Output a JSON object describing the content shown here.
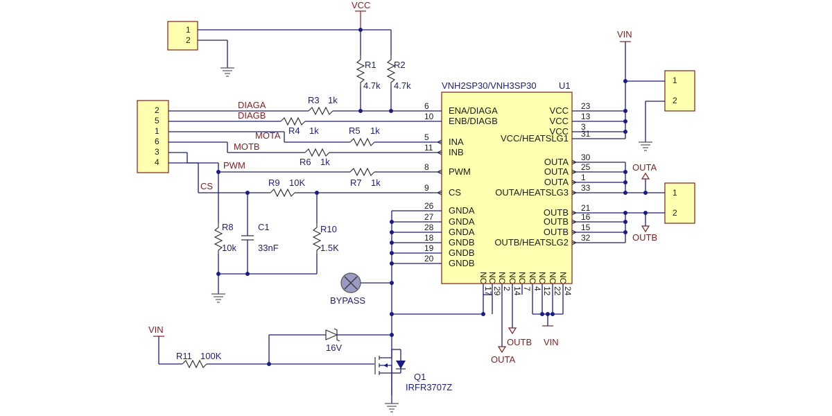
{
  "ic": {
    "part": "VNH2SP30/VNH3SP30",
    "ref": "U1",
    "left_pins": [
      {
        "num": "6",
        "name": "ENA/DIAGA"
      },
      {
        "num": "10",
        "name": "ENB/DIAGB"
      },
      {
        "num": "5",
        "name": "INA"
      },
      {
        "num": "11",
        "name": "INB"
      },
      {
        "num": "8",
        "name": "PWM"
      },
      {
        "num": "9",
        "name": "CS"
      },
      {
        "num": "26",
        "name": "GNDA"
      },
      {
        "num": "27",
        "name": "GNDA"
      },
      {
        "num": "28",
        "name": "GNDA"
      },
      {
        "num": "18",
        "name": "GNDB"
      },
      {
        "num": "19",
        "name": "GNDB"
      },
      {
        "num": "20",
        "name": "GNDB"
      }
    ],
    "right_pins": [
      {
        "num": "23",
        "name": "VCC"
      },
      {
        "num": "13",
        "name": "VCC"
      },
      {
        "num": "3",
        "name": "VCC"
      },
      {
        "num": "31",
        "name": "VCC/HEATSLG1"
      },
      {
        "num": "30",
        "name": "OUTA"
      },
      {
        "num": "25",
        "name": "OUTA"
      },
      {
        "num": "1",
        "name": "OUTA"
      },
      {
        "num": "33",
        "name": "OUTA/HEATSLG3"
      },
      {
        "num": "21",
        "name": "OUTB"
      },
      {
        "num": "16",
        "name": "OUTB"
      },
      {
        "num": "15",
        "name": "OUTB"
      },
      {
        "num": "32",
        "name": "OUTB/HEATSLG2"
      }
    ],
    "bottom_pins": [
      "17",
      "29",
      "2",
      "14",
      "7",
      "4",
      "12",
      "22",
      "24"
    ]
  },
  "connectors": {
    "j_top": [
      "1",
      "2"
    ],
    "j_left": [
      "2",
      "5",
      "1",
      "6",
      "3",
      "4"
    ],
    "j_vin": [
      "1",
      "2"
    ],
    "j_out": [
      "1",
      "2"
    ]
  },
  "nets": {
    "vcc": "VCC",
    "vin_top": "VIN",
    "vin_left": "VIN",
    "vin_bottom": "VIN",
    "diaga": "DIAGA",
    "diagb": "DIAGB",
    "mota": "MOTA",
    "motb": "MOTB",
    "pwm": "PWM",
    "cs": "CS",
    "outa_right": "OUTA",
    "outb_right": "OUTB",
    "outb_bottom": "OUTB",
    "outa_bottom": "OUTA"
  },
  "components": {
    "r1": {
      "ref": "R1",
      "value": "4.7k"
    },
    "r2": {
      "ref": "R2",
      "value": "4.7k"
    },
    "r3": {
      "ref": "R3",
      "value": "1k"
    },
    "r4": {
      "ref": "R4",
      "value": "1k"
    },
    "r5": {
      "ref": "R5",
      "value": "1k"
    },
    "r6": {
      "ref": "R6",
      "value": "1k"
    },
    "r7": {
      "ref": "R7",
      "value": "1k"
    },
    "r8": {
      "ref": "R8",
      "value": "10k"
    },
    "r9": {
      "ref": "R9",
      "value": "10K"
    },
    "r10": {
      "ref": "R10",
      "value": "1.5K"
    },
    "r11": {
      "ref": "R11",
      "value": "100K"
    },
    "c1": {
      "ref": "C1",
      "value": "33nF"
    },
    "zener": {
      "value": "16V"
    },
    "q1": {
      "ref": "Q1",
      "value": "IRFR3707Z"
    },
    "bypass": {
      "label": "BYPASS"
    }
  }
}
